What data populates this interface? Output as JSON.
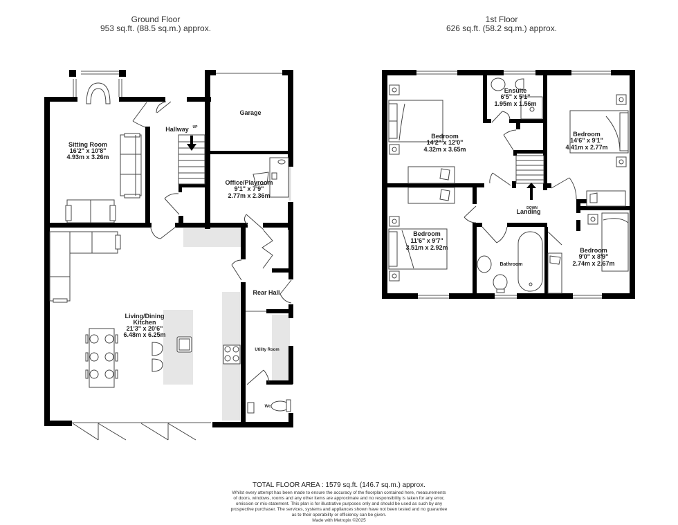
{
  "ground_floor": {
    "title": "Ground Floor",
    "area": "953 sq.ft. (88.5 sq.m.) approx.",
    "rooms": {
      "sitting_room": {
        "name": "Sitting Room",
        "imperial": "16'2\"  x 10'8\"",
        "metric": "4.93m  x 3.26m"
      },
      "hallway": {
        "name": "Hallway",
        "stair_note": "UP"
      },
      "garage": {
        "name": "Garage"
      },
      "office": {
        "name": "Office/Playroom",
        "imperial": "9'1\"  x 7'9\"",
        "metric": "2.77m  x 2.36m"
      },
      "living": {
        "name": "Living/Dining",
        "name2": "Kitchen",
        "imperial": "21'3\"  x 20'6\"",
        "metric": "6.48m  x 6.25m"
      },
      "rear_hall": {
        "name": "Rear Hall"
      },
      "utility": {
        "name": "Utility Room"
      },
      "wc": {
        "name": "Wc"
      }
    }
  },
  "first_floor": {
    "title": "1st Floor",
    "area": "626 sq.ft. (58.2 sq.m.) approx.",
    "rooms": {
      "bedroom1": {
        "name": "Bedroom",
        "imperial": "14'2\"  x 12'0\"",
        "metric": "4.32m  x 3.65m"
      },
      "ensuite": {
        "name": "Ensuite",
        "imperial": "6'5\"  x 5'1\"",
        "metric": "1.95m  x 1.56m"
      },
      "bedroom2": {
        "name": "Bedroom",
        "imperial": "14'6\"  x 9'1\"",
        "metric": "4.41m  x 2.77m"
      },
      "bedroom3": {
        "name": "Bedroom",
        "imperial": "11'6\"  x 9'7\"",
        "metric": "3.51m  x 2.92m"
      },
      "landing": {
        "name": "Landing",
        "stair_note": "DOWN"
      },
      "bathroom": {
        "name": "Bathroom"
      },
      "bedroom4": {
        "name": "Bedroom",
        "imperial": "9'0\"  x 8'9\"",
        "metric": "2.74m  x 2.67m"
      }
    }
  },
  "footer": {
    "total": "TOTAL FLOOR AREA : 1579 sq.ft. (146.7 sq.m.) approx.",
    "disclaimer": [
      "Whilst every attempt has been made to ensure the accuracy of the floorplan contained here, measurements",
      "of doors, windows, rooms and any other items are approximate and no responsibility is taken for any error,",
      "omission or mis-statement. This plan is for illustrative purposes only and should be used as such by any",
      "prospective purchaser. The services, systems and appliances shown have not been tested and no guarantee",
      "as to their operability or efficiency can be given."
    ],
    "made_with": "Made with Metropix ©2025"
  },
  "colors": {
    "wall": "#000000",
    "fixture_fill": "#e6e6e6",
    "line": "#555555"
  }
}
